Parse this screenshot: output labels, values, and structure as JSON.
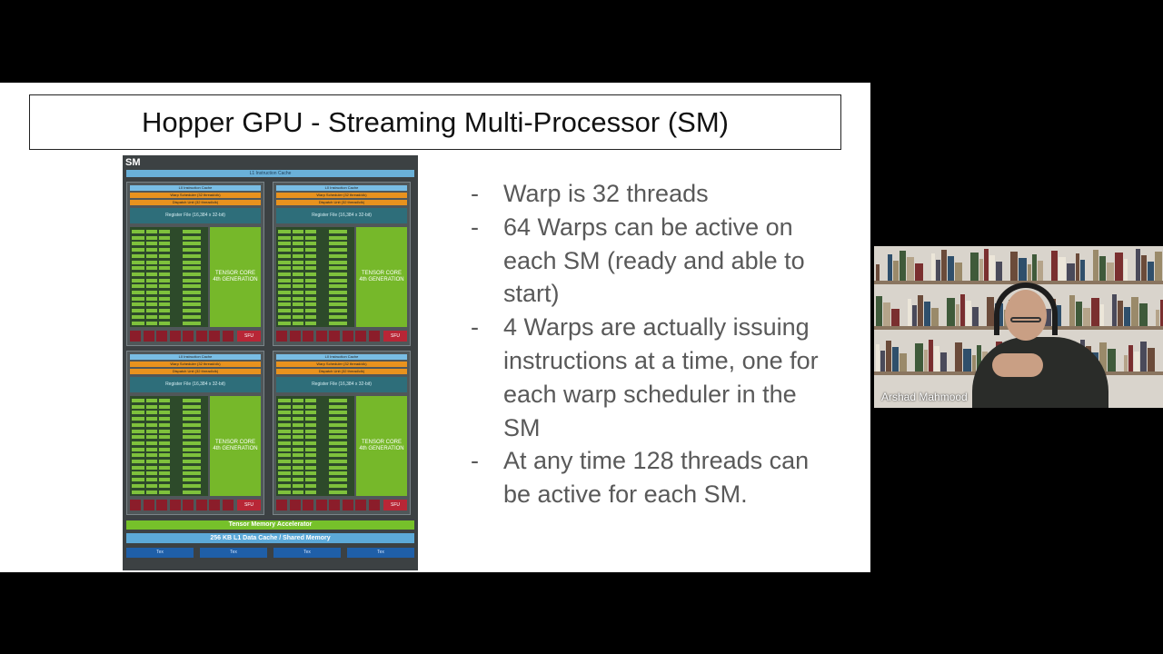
{
  "slide": {
    "title": "Hopper GPU - Streaming Multi-Processor (SM)",
    "bullets": [
      "Warp is 32 threads",
      "64 Warps can be active on each SM (ready and able to start)",
      "4 Warps are actually issuing instructions at a time, one for each warp scheduler in the SM",
      "At any time 128 threads can be active for each SM."
    ]
  },
  "diagram": {
    "sm_label": "SM",
    "l1_instruction_cache": "L1 Instruction Cache",
    "quadrant": {
      "l0_cache": "L0 Instruction Cache",
      "warp_scheduler": "Warp Scheduler (32 thread/clk)",
      "dispatch_unit": "Dispatch Unit (32 thread/clk)",
      "register_file": "Register File (16,384 x 32-bit)",
      "tensor_core_line1": "TENSOR CORE",
      "tensor_core_line2": "4th GENERATION",
      "sfu": "SFU"
    },
    "tensor_memory_accelerator": "Tensor Memory Accelerator",
    "l1_data_cache": "256 KB L1 Data Cache / Shared Memory",
    "tex_label": "Tex"
  },
  "video": {
    "participant_name": "Arshad Mahmood"
  },
  "colors": {
    "slide_bg": "#ffffff",
    "bullet_text": "#595959",
    "tensor_core": "#76b82a",
    "warp_scheduler": "#e8921e",
    "register_file": "#2e6e7a"
  }
}
